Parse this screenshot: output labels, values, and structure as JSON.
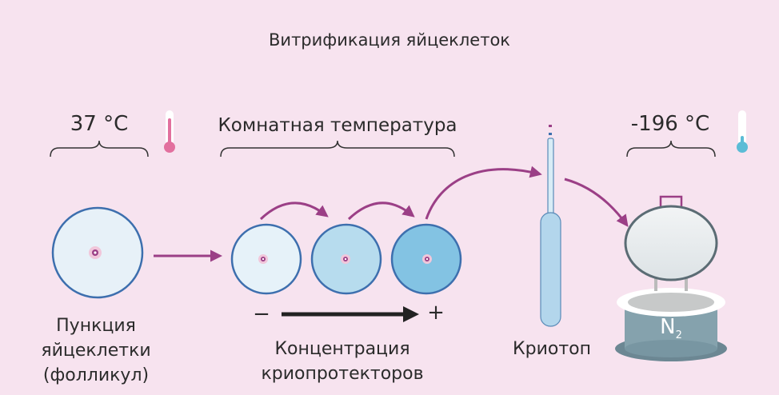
{
  "title": "Витрификация яйцеклеток",
  "temps": {
    "body": "37 °C",
    "room": "Комнатная температура",
    "cryo": "-196 °C"
  },
  "captions": {
    "puncture_line1": "Пункция",
    "puncture_line2": "яйцеклетки",
    "puncture_line3": "(фолликул)",
    "concentration_line1": "Концентрация",
    "concentration_line2": "криопротекторов",
    "cryotop": "Криотоп"
  },
  "gradient_signs": {
    "minus": "−",
    "plus": "+"
  },
  "dewar_label": {
    "main": "N",
    "sub": "2"
  },
  "colors": {
    "background": "#f7e3ef",
    "arrow": "#9b3f86",
    "cell_outline": "#3d6fae",
    "thermo_warm": "#e2709e",
    "thermo_cold": "#5bbcd6",
    "dewar": "#85a2ad"
  },
  "icons": [
    "thermometer-warm-icon",
    "thermometer-cold-icon",
    "cryotop-icon",
    "dewar-icon",
    "egg-cell-icon"
  ]
}
